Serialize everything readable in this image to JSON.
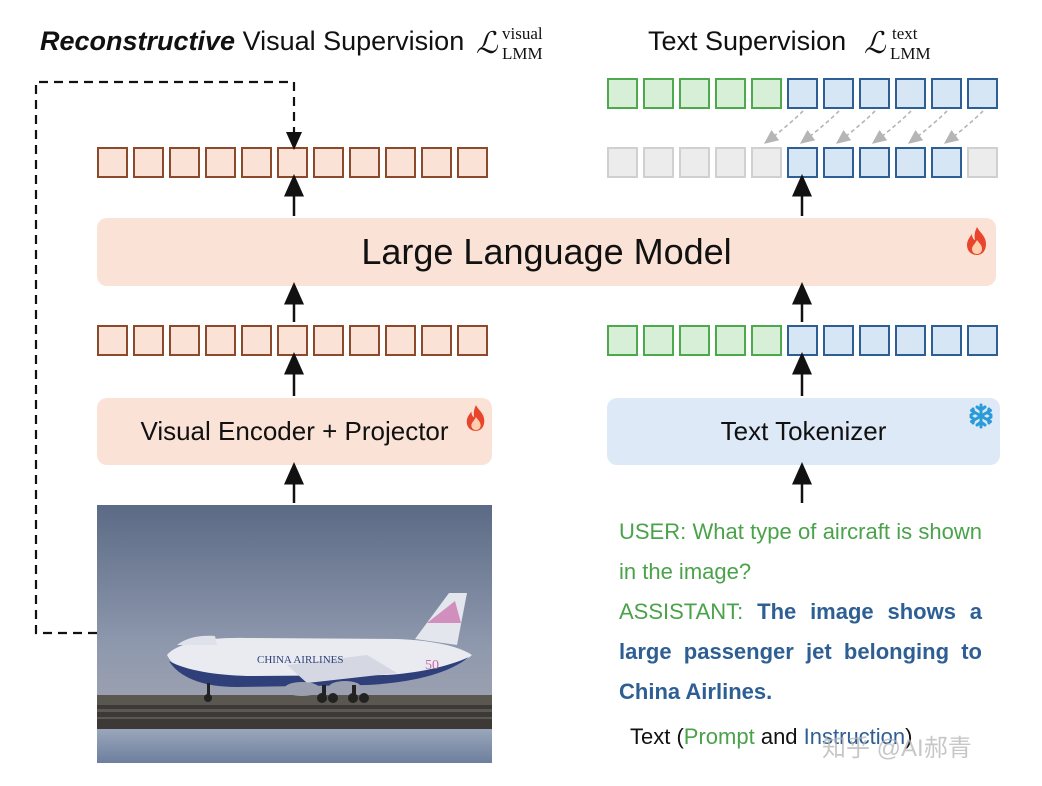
{
  "titles": {
    "left_bold": "Reconstructive",
    "left_rest": " Visual Supervision",
    "left_loss_symbol": "ℒ",
    "left_loss_sup": "visual",
    "left_loss_sub": "LMM",
    "right_text": "Text Supervision",
    "right_loss_symbol": "ℒ",
    "right_loss_sup": "text",
    "right_loss_sub": "LMM"
  },
  "panels": {
    "llm": "Large Language Model",
    "visual_encoder": "Visual Encoder + Projector",
    "text_tokenizer": "Text Tokenizer"
  },
  "qa": {
    "user": "USER: What type of aircraft is shown in the image?",
    "assistant_label": "ASSISTANT: ",
    "assistant_answer": "The image shows a large passenger jet belonging to China Airlines."
  },
  "caption": {
    "prefix": "Text (",
    "prompt": "Prompt",
    "and": " and ",
    "instruction": "Instruction",
    "suffix": ")"
  },
  "image_text": {
    "airline": "CHINA AIRLINES",
    "tail": "50"
  },
  "watermark": "知乎 @AI郝青",
  "icons": {
    "fire": "fire-icon",
    "snowflake": "snowflake-icon"
  },
  "colors": {
    "visual_token_fill": "#fbe2d6",
    "visual_token_border": "#8b4a2b",
    "prompt_token_fill": "#d7efd7",
    "prompt_token_border": "#4caa4c",
    "answer_token_fill": "#d6e6f5",
    "answer_token_border": "#2e5f94",
    "masked_token_fill": "#ececec",
    "masked_token_border": "#d0d0d0",
    "llm_panel": "#fbe2d6",
    "tokenizer_panel": "#dde9f6",
    "fire": "#e8452c",
    "snowflake": "#2a9ad8"
  },
  "token_rows": {
    "visual_output": [
      "visual",
      "visual",
      "visual",
      "visual",
      "visual",
      "visual",
      "visual",
      "visual",
      "visual",
      "visual",
      "visual"
    ],
    "visual_input": [
      "visual",
      "visual",
      "visual",
      "visual",
      "visual",
      "visual",
      "visual",
      "visual",
      "visual",
      "visual",
      "visual"
    ],
    "text_target": [
      "prompt",
      "prompt",
      "prompt",
      "prompt",
      "prompt",
      "answer",
      "answer",
      "answer",
      "answer",
      "answer",
      "answer"
    ],
    "text_output": [
      "masked",
      "masked",
      "masked",
      "masked",
      "masked",
      "answer",
      "answer",
      "answer",
      "answer",
      "answer",
      "masked"
    ],
    "text_input": [
      "prompt",
      "prompt",
      "prompt",
      "prompt",
      "prompt",
      "answer",
      "answer",
      "answer",
      "answer",
      "answer",
      "answer"
    ]
  }
}
